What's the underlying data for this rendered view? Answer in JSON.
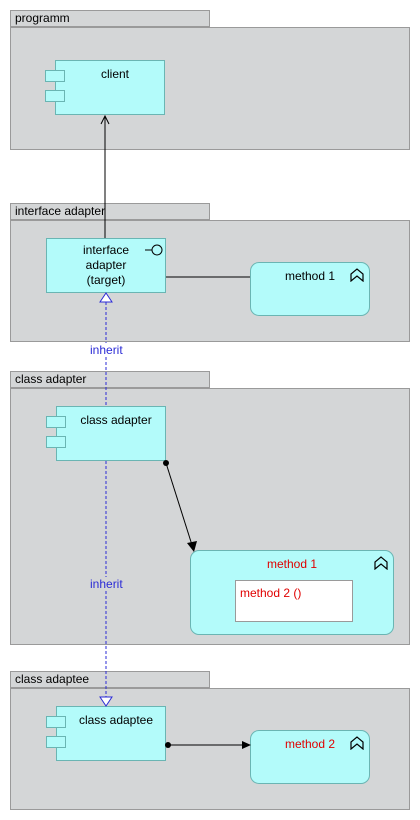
{
  "groups": [
    {
      "title": "programm"
    },
    {
      "title": "interface adapter"
    },
    {
      "title": "class adapter"
    },
    {
      "title": "class adaptee"
    }
  ],
  "components": {
    "client": "client",
    "class_adapter": "class adapter",
    "class_adaptee": "class adaptee"
  },
  "interface": {
    "line1": "interface",
    "line2": "adapter",
    "line3": "(target)"
  },
  "functions": {
    "method1_top": "method 1",
    "method1_class": "method 1",
    "method2": "method 2"
  },
  "note": {
    "text": "method 2 ()"
  },
  "relations": {
    "inherit_top": "inherit",
    "inherit_bottom": "inherit"
  },
  "colors": {
    "group_fill": "#d4d6d7",
    "element_fill": "#b3fbfa",
    "highlight_text": "#e00000",
    "inherit_line": "#2b2bd6"
  }
}
